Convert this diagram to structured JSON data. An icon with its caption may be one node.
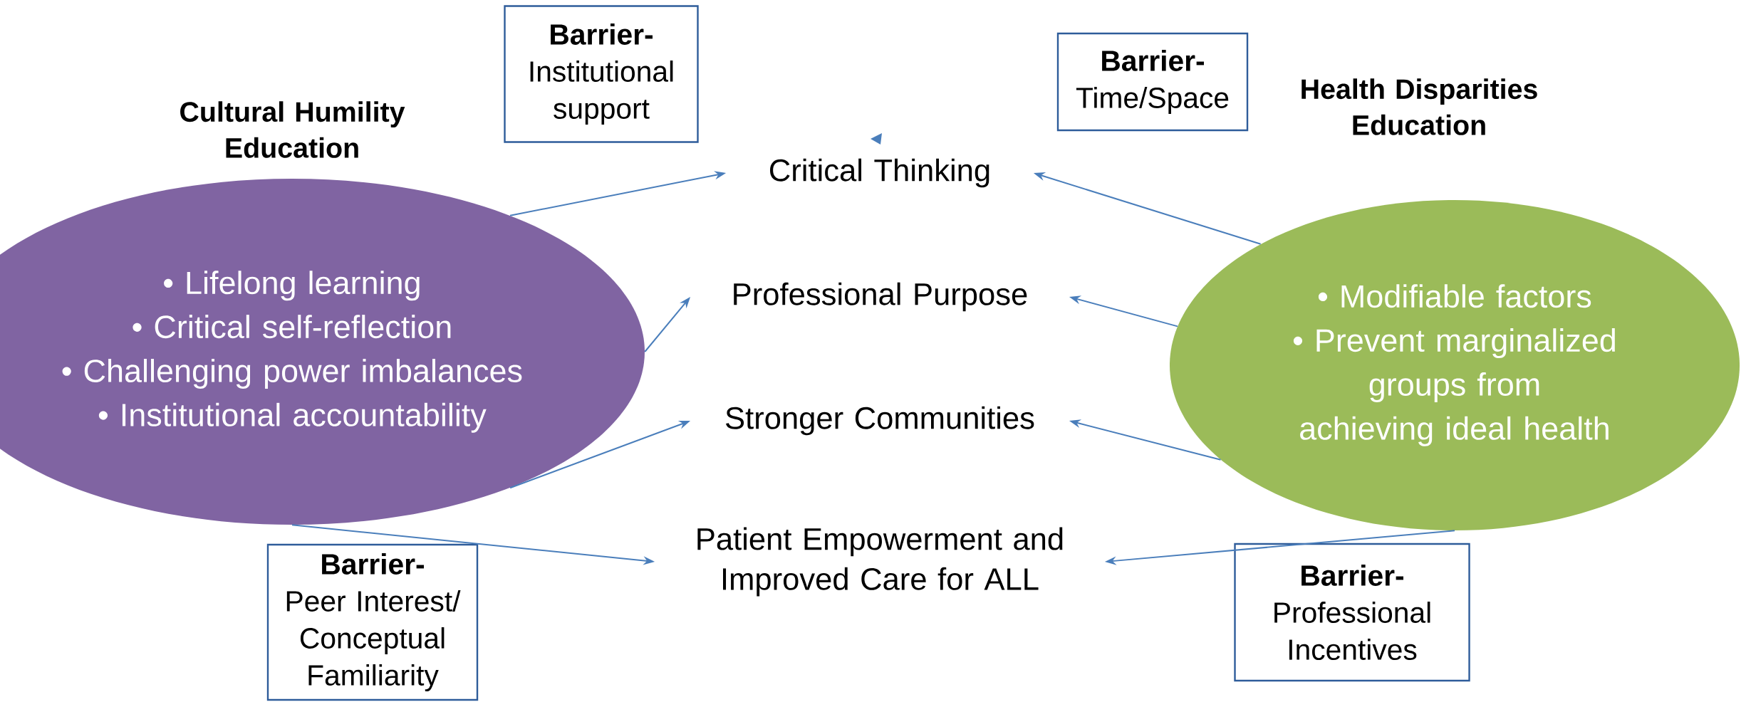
{
  "diagram": {
    "nodes": [
      {
        "text": [
          "**Barrier-** Institutional support"
        ]
      },
      {
        "text": [
          "**Barrier-** Time/Space"
        ]
      },
      {
        "text": [
          "Cultural Humility Education",
          "• Lifelong learning",
          "• Critical self-reflection",
          "• Challenging power imbalances",
          "• Institutional accountability"
        ]
      },
      {
        "text": [
          "Health Disparities Education",
          "• Modifiable factors",
          "• Prevent marginalized groups from achieving ideal health"
        ]
      },
      {
        "text": [
          "Critical Thinking"
        ]
      },
      {
        "text": [
          "Professional Purpose"
        ]
      },
      {
        "text": [
          "Stronger Communities"
        ]
      },
      {
        "text": [
          "Patient Empowerment and Improved Care for ALL"
        ]
      },
      {
        "text": [
          "**Barrier-** Peer Interest/ Conceptual Familiarity"
        ]
      },
      {
        "text": [
          "**Barrier-** Professional Incentives"
        ]
      }
    ],
    "edges": [
      {
        "from": 2,
        "to": 4,
        "arrow": "to"
      },
      {
        "from": 3,
        "to": 4,
        "arrow": "to"
      },
      {
        "from": 2,
        "to": 5,
        "arrow": "to"
      },
      {
        "from": 3,
        "to": 5,
        "arrow": "to"
      },
      {
        "from": 2,
        "to": 6,
        "arrow": "to"
      },
      {
        "from": 3,
        "to": 6,
        "arrow": "to"
      },
      {
        "from": 2,
        "to": 7,
        "arrow": "to"
      },
      {
        "from": 3,
        "to": 7,
        "arrow": "to"
      }
    ]
  }
}
